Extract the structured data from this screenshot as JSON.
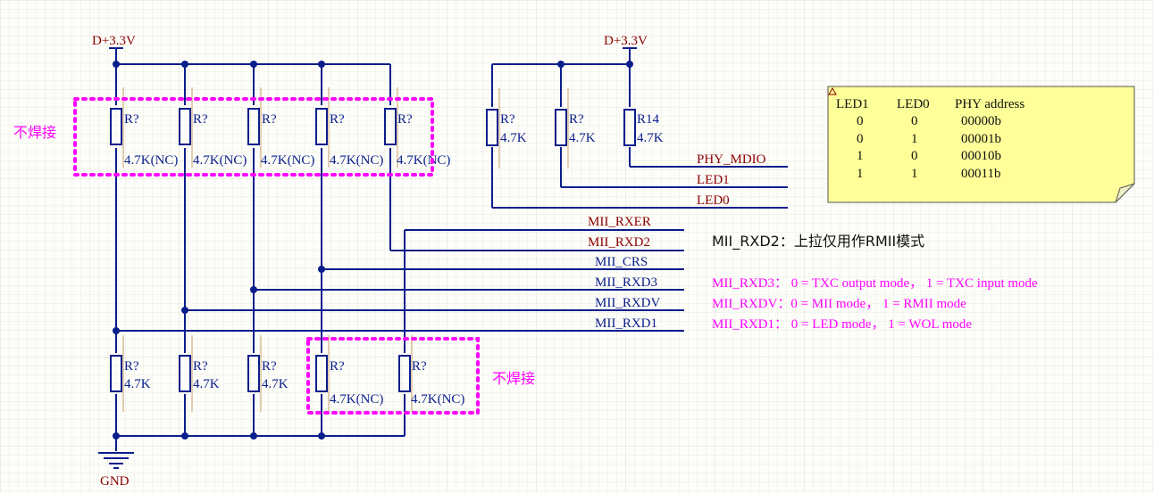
{
  "power": {
    "label": "D+3.3V"
  },
  "ground": {
    "label": "GND"
  },
  "dnp_label": "不焊接",
  "top_pullups": [
    {
      "ref": "R?",
      "value": "4.7K(NC)"
    },
    {
      "ref": "R?",
      "value": "4.7K(NC)"
    },
    {
      "ref": "R?",
      "value": "4.7K(NC)"
    },
    {
      "ref": "R?",
      "value": "4.7K(NC)"
    },
    {
      "ref": "R?",
      "value": "4.7K(NC)"
    }
  ],
  "bottom_pulldowns": [
    {
      "ref": "R?",
      "value": "4.7K"
    },
    {
      "ref": "R?",
      "value": "4.7K"
    },
    {
      "ref": "R?",
      "value": "4.7K"
    },
    {
      "ref": "R?",
      "value": "4.7K(NC)"
    },
    {
      "ref": "R?",
      "value": "4.7K(NC)"
    }
  ],
  "right_pullups": [
    {
      "ref": "R?",
      "value": "4.7K"
    },
    {
      "ref": "R?",
      "value": "4.7K"
    },
    {
      "ref": "R14",
      "value": "4.7K"
    }
  ],
  "nets": {
    "phy_mdio": "PHY_MDIO",
    "led1": "LED1",
    "led0": "LED0",
    "mii_rxer": "MII_RXER",
    "mii_rxd2": "MII_RXD2",
    "mii_crs": "MII_CRS",
    "mii_rxd3": "MII_RXD3",
    "mii_rxdv": "MII_RXDV",
    "mii_rxd1": "MII_RXD1"
  },
  "notes": {
    "rxd2": "MII_RXD2：上拉仅用作RMII模式",
    "rxd3": "MII_RXD3： 0 = TXC output mode， 1 = TXC input mode",
    "rxdv": "MII_RXDV：0 = MII mode， 1 = RMII mode",
    "rxd1": "MII_RXD1： 0 = LED mode， 1 = WOL mode"
  },
  "phy_table": {
    "headers": [
      "LED1",
      "LED0",
      "PHY address"
    ],
    "rows": [
      [
        "0",
        "0",
        "00000b"
      ],
      [
        "0",
        "1",
        "00001b"
      ],
      [
        "1",
        "0",
        "00010b"
      ],
      [
        "1",
        "1",
        "00011b"
      ]
    ]
  },
  "colors": {
    "wire": "#0a1e8c",
    "power_label": "#8b0000",
    "dnp": "#ff00ff",
    "note": "#ffff99"
  }
}
